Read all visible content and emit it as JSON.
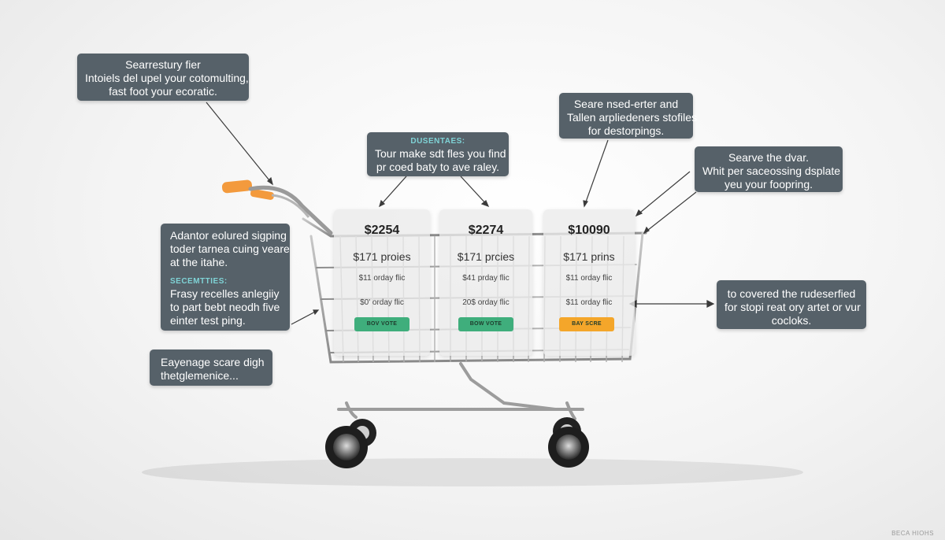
{
  "callouts": {
    "top_left": {
      "lines": [
        "Searrestury fier",
        "Intoiels del upel your cotomulting,",
        "fast foot your ecoratic."
      ]
    },
    "top_center": {
      "subhead": "DUSENTAES:",
      "lines": [
        "Tour make sdt fles you find",
        "pr coed baty to ave raley."
      ]
    },
    "top_right_1": {
      "lines": [
        "Seare nsed-erter and",
        "Tallen arpliedeners stofiles",
        "for destorpings."
      ]
    },
    "top_right_2": {
      "lines": [
        "Searve the dvar.",
        "Whit per saceossing dsplate",
        "yeu your foopring."
      ]
    },
    "mid_left": {
      "lines_a": [
        "Adantor eolured sigping",
        "toder tarnea cuing veare",
        "at the itahe."
      ],
      "subhead": "SECEMTTIES:",
      "lines_b": [
        "Frasy recelles anlegiiy",
        "to part bebt neodh five",
        "einter test ping."
      ]
    },
    "bottom_left": {
      "lines": [
        "Eayenage scare digh",
        "thetglemenice..."
      ]
    },
    "mid_right": {
      "lines": [
        "to covered the rudeserfied",
        "for stopi reat ory artet or vur",
        "cocloks."
      ]
    }
  },
  "cards": [
    {
      "price": "$2254",
      "sub": "$171 proies",
      "small1": "$11 orday flic",
      "small2": "$0' orday flic",
      "button": "BOV VOTE",
      "button_color": "#3fae7c"
    },
    {
      "price": "$2274",
      "sub": "$171 prcies",
      "small1": "$41 prday flic",
      "small2": "20$ orday flic",
      "button": "BOW VOTE",
      "button_color": "#3fae7c"
    },
    {
      "price": "$10090",
      "sub": "$171 prins",
      "small1": "$11 orday flic",
      "small2": "$11 orday flic",
      "button": "BAY SCRE",
      "button_color": "#f4a62a"
    }
  ],
  "icons": {
    "cart": "shopping-cart-icon",
    "handle": "cart-handle-grip-icon"
  },
  "colors": {
    "callout_bg": "#566169",
    "accent_teal": "#7fd3d6",
    "handle_orange": "#f39a3d",
    "button_green": "#3fae7c",
    "button_orange": "#f4a62a"
  },
  "watermark": "BECA HIOHS"
}
